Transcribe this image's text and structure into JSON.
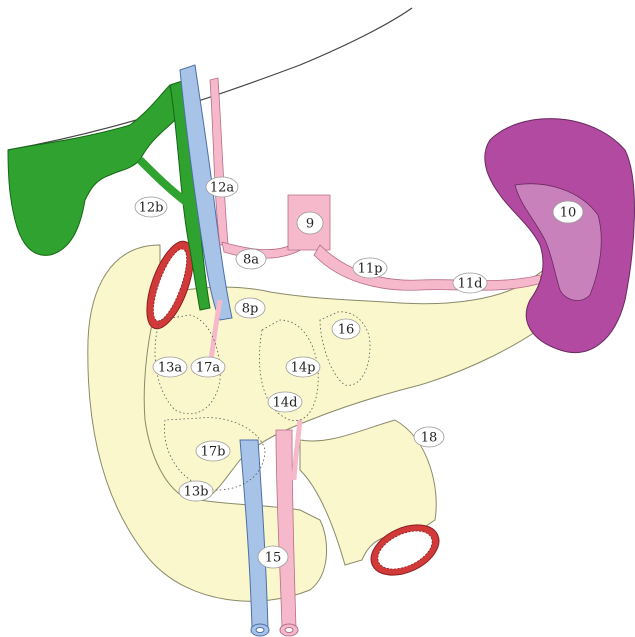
{
  "colors": {
    "pancreas": "#fbf7cc",
    "pancreas_edge": "#8a8a6a",
    "gallbladder": "#2fa22f",
    "gallbladder_edge": "#156915",
    "spleen": "#b14aa0",
    "spleen_inner": "#c981bc",
    "artery": "#f6b9cc",
    "artery_edge": "#b86c85",
    "vein": "#a7c3e8",
    "vein_edge": "#4b6fa8",
    "bowel_lumen": "#d23a3a"
  },
  "labels": [
    {
      "id": "12b",
      "text": "12b"
    },
    {
      "id": "12a",
      "text": "12a"
    },
    {
      "id": "8a",
      "text": "8a"
    },
    {
      "id": "9",
      "text": "9"
    },
    {
      "id": "11p",
      "text": "11p"
    },
    {
      "id": "11d",
      "text": "11d"
    },
    {
      "id": "10",
      "text": "10"
    },
    {
      "id": "8p",
      "text": "8p"
    },
    {
      "id": "16",
      "text": "16"
    },
    {
      "id": "13a",
      "text": "13a"
    },
    {
      "id": "17a",
      "text": "17a"
    },
    {
      "id": "14p",
      "text": "14p"
    },
    {
      "id": "14d",
      "text": "14d"
    },
    {
      "id": "18",
      "text": "18"
    },
    {
      "id": "17b",
      "text": "17b"
    },
    {
      "id": "13b",
      "text": "13b"
    },
    {
      "id": "15",
      "text": "15"
    }
  ]
}
